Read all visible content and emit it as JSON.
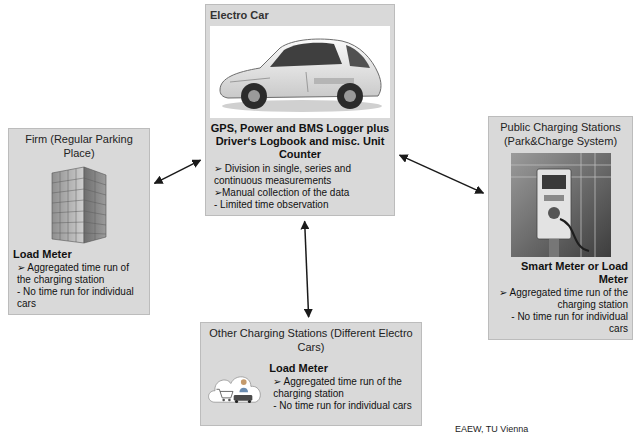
{
  "diagram": {
    "nodes": [
      {
        "text": [
          "Electro Car",
          "GPS, Power and BMS Logger plus Driver‘s Logbook and misc. Unit Counter",
          "➢ Division in single, series and continuous measurements",
          "➢Manual collection of the data",
          "- Limited time observation"
        ]
      },
      {
        "text": [
          "Firm (Regular Parking Place)",
          "Load Meter",
          "➢ Aggregated time run of the charging station",
          "- No time run for individual cars"
        ]
      },
      {
        "text": [
          "Public Charging Stations (Park&Charge System)",
          "Smart Meter or Load Meter",
          "➢ Aggregated time run of the charging station",
          "- No time run for individual cars"
        ]
      },
      {
        "text": [
          "Other Charging Stations (Different Electro Cars)",
          "Load Meter",
          "➢ Aggregated time run of the charging station",
          "- No time run for individual cars"
        ]
      }
    ],
    "edges": [
      {
        "from": 0,
        "to": 1,
        "arrow": "both"
      },
      {
        "from": 0,
        "to": 2,
        "arrow": "both"
      },
      {
        "from": 0,
        "to": 3,
        "arrow": "both"
      }
    ],
    "labels": [
      "EAEW, TU Vienna"
    ]
  }
}
